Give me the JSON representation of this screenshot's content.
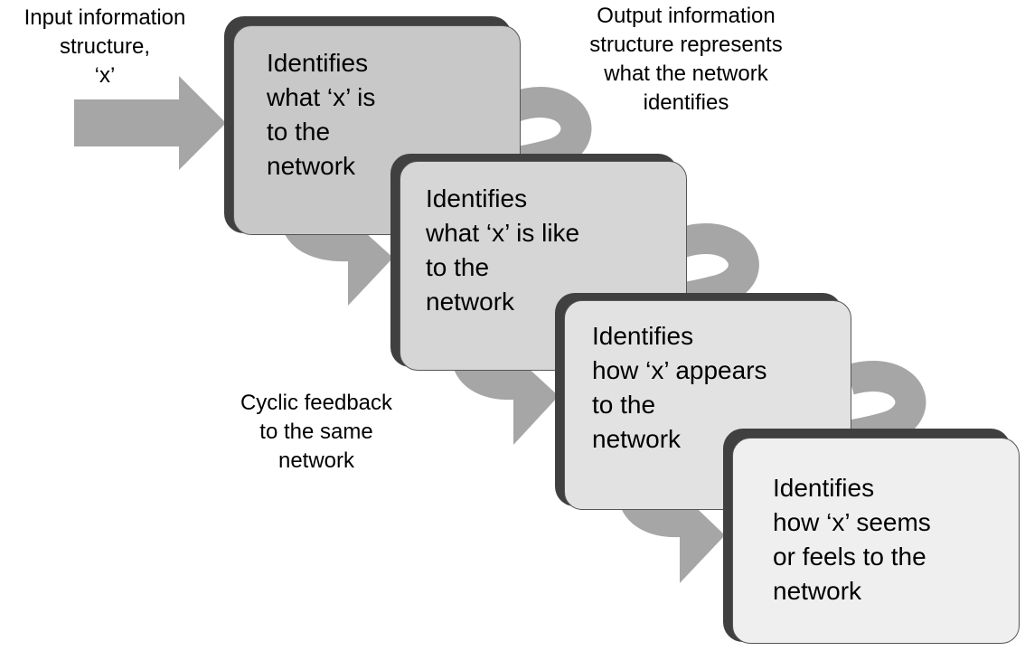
{
  "labels": {
    "input": [
      "Input information",
      "structure,",
      "‘x’"
    ],
    "output": [
      "Output information",
      "structure represents",
      "what the network",
      "identifies"
    ],
    "feedback": [
      "Cyclic feedback",
      "to the same",
      "network"
    ]
  },
  "boxes": [
    {
      "lines": [
        "Identifies",
        "what ‘x’ is",
        "to the",
        "network"
      ],
      "fill": "#c8c8c8"
    },
    {
      "lines": [
        "Identifies",
        "what ‘x’ is like",
        "to the",
        "network"
      ],
      "fill": "#d6d6d6"
    },
    {
      "lines": [
        "Identifies",
        "how ‘x’ appears",
        "to the",
        "network"
      ],
      "fill": "#e2e2e2"
    },
    {
      "lines": [
        "Identifies",
        "how ‘x’ seems",
        "or feels to the",
        "network"
      ],
      "fill": "#efefef"
    }
  ],
  "colors": {
    "arrow": "#a6a6a6",
    "box_shadow": "#404040",
    "box_border": "#555555"
  }
}
